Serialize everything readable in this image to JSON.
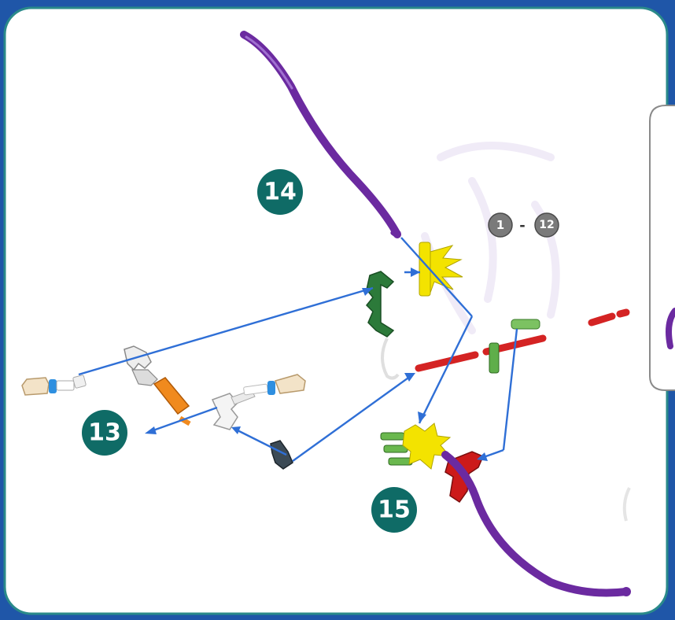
{
  "steps": [
    {
      "id": "step-13",
      "label": "13"
    },
    {
      "id": "step-14",
      "label": "14"
    },
    {
      "id": "step-15",
      "label": "15"
    }
  ],
  "range_badge": {
    "from": "1",
    "to": "12",
    "separator": "-"
  },
  "colors": {
    "frame_blue": "#1f56a8",
    "panel_border": "#2a8a8a",
    "step_badge": "#0f6b66",
    "arrow": "#2f6fd6",
    "rod_purple": "#6b2aa0",
    "connector_green": "#2c7a3a",
    "connector_yellow": "#f3e300",
    "connector_red": "#cc1a1a",
    "rod_red": "#d42323",
    "connector_orange": "#f08a1e",
    "grey_badge": "#7a7a7a"
  }
}
